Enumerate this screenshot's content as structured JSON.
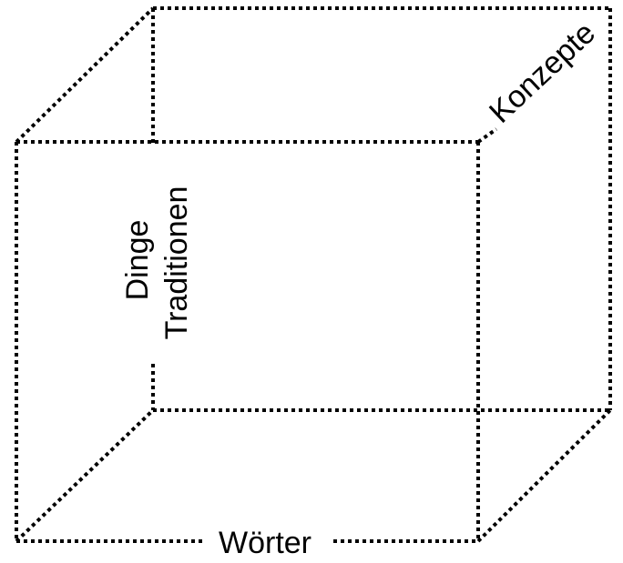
{
  "diagram": {
    "labels": {
      "bottom": "Wörter",
      "left_inner_1": "Dinge",
      "left_inner_2": "Traditionen",
      "diagonal": "Konzepte"
    },
    "colors": {
      "line": "#000000",
      "background": "#ffffff"
    },
    "line_style": "dotted"
  }
}
